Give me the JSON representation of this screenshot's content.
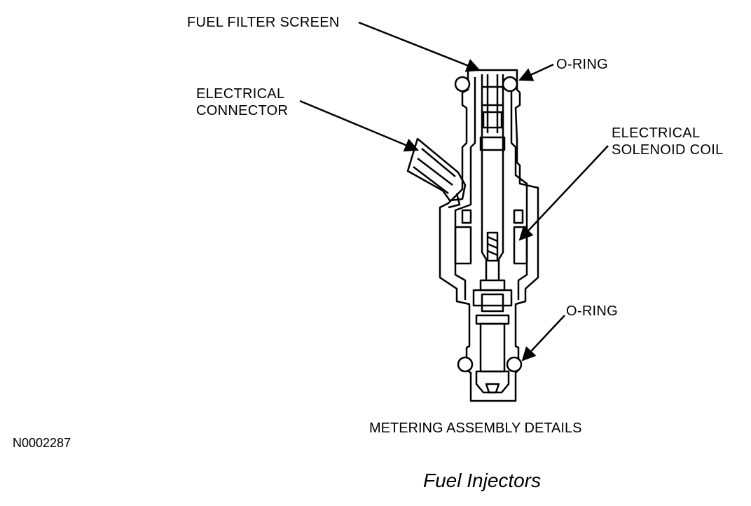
{
  "labels": {
    "fuel_filter_screen": "FUEL FILTER SCREEN",
    "o_ring_top": "O-RING",
    "electrical_connector": [
      "ELECTRICAL",
      "CONNECTOR"
    ],
    "electrical_solenoid_coil": [
      "ELECTRICAL",
      "SOLENOID COIL"
    ],
    "o_ring_bottom": "O-RING"
  },
  "subcaption": "METERING ASSEMBLY DETAILS",
  "figure_id": "N0002287",
  "title": "Fuel Injectors"
}
